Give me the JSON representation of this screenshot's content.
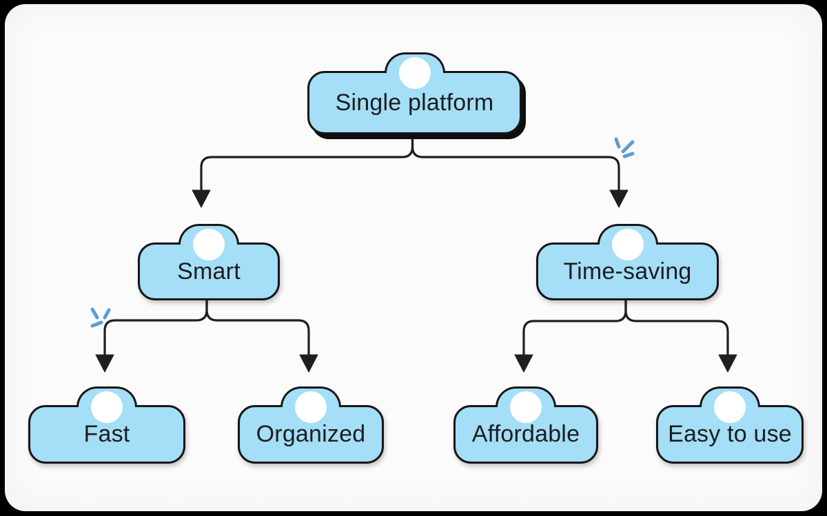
{
  "colors": {
    "frame_background": "#000000",
    "card_background": "#fbfbfb",
    "node_fill": "#a4def7",
    "node_border": "#161616",
    "node_pin_hole": "#ffffff",
    "connector": "#1f1f23",
    "sparkle_accent": "#5b9ed8",
    "text": "#1d1d1f"
  },
  "diagram": {
    "type": "tree",
    "nodes": {
      "single_platform": {
        "label": "Single platform",
        "level": 1
      },
      "smart": {
        "label": "Smart",
        "level": 2
      },
      "time_saving": {
        "label": "Time-saving",
        "level": 2
      },
      "fast": {
        "label": "Fast",
        "level": 3
      },
      "organized": {
        "label": "Organized",
        "level": 3
      },
      "affordable": {
        "label": "Affordable",
        "level": 3
      },
      "easy_to_use": {
        "label": "Easy to use",
        "level": 3
      }
    },
    "edges": [
      {
        "from": "single_platform",
        "to": "smart"
      },
      {
        "from": "single_platform",
        "to": "time_saving"
      },
      {
        "from": "smart",
        "to": "fast"
      },
      {
        "from": "smart",
        "to": "organized"
      },
      {
        "from": "time_saving",
        "to": "affordable"
      },
      {
        "from": "time_saving",
        "to": "easy_to_use"
      }
    ],
    "decorations": [
      {
        "name": "sparkle",
        "near": "branch to Time-saving"
      },
      {
        "name": "sparkle",
        "near": "branch to Fast"
      }
    ]
  }
}
